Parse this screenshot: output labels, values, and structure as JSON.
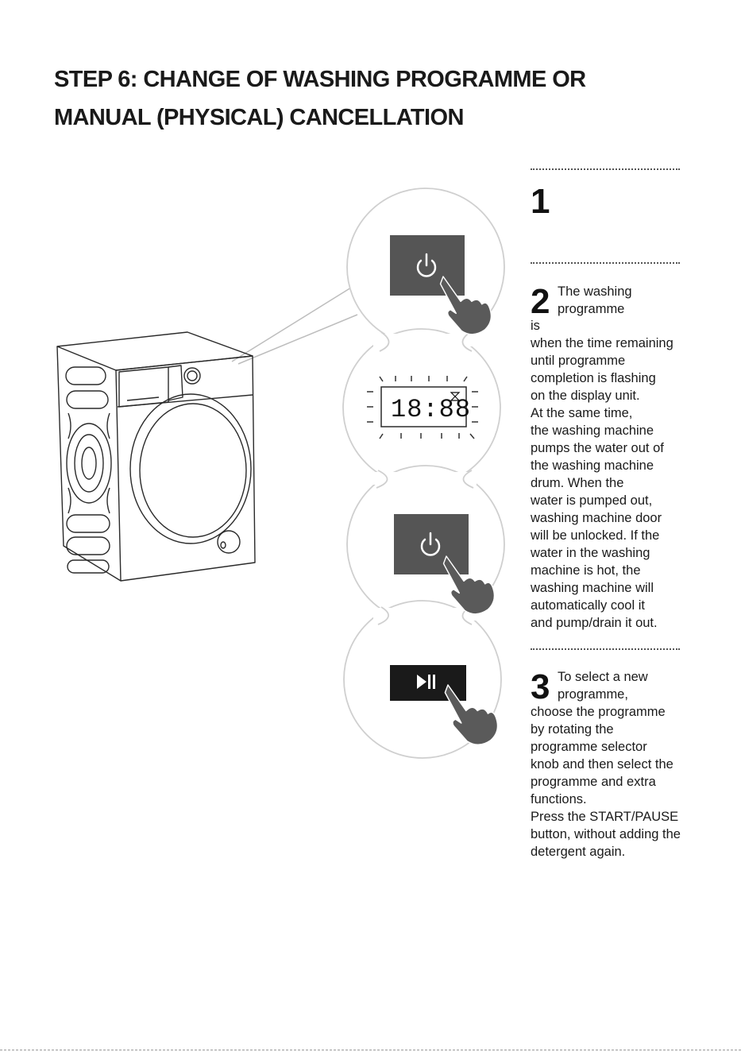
{
  "title": {
    "line1": "STEP 6: CHANGE OF WASHING PROGRAMME OR",
    "line2": "MANUAL (PHYSICAL) CANCELLATION"
  },
  "display": {
    "digits": "18:88"
  },
  "steps": [
    {
      "number": "1",
      "lines": []
    },
    {
      "number": "2",
      "lead_lines": [
        "The washing",
        "programme"
      ],
      "lines": [
        "is",
        "when the time remaining",
        "until programme",
        "completion is flashing",
        "on the display unit.",
        "At the same time,",
        "the washing machine",
        "pumps the water out of",
        "the washing machine",
        "drum. When the",
        "water is pumped out,",
        "washing machine door",
        "will be unlocked. If the",
        "water in the washing",
        "machine is hot, the",
        "washing machine will",
        "automatically cool it",
        "and pump/drain it out."
      ]
    },
    {
      "number": "3",
      "lead_lines": [
        "To select a new",
        "programme,"
      ],
      "lines": [
        "choose the programme",
        "by rotating the",
        "programme selector",
        "knob and then select the",
        "programme and extra",
        "functions.",
        "Press the START/PAUSE",
        "button, without adding the",
        "detergent again."
      ]
    }
  ],
  "colors": {
    "button_bg": "#555555",
    "play_button_bg": "#1a1a1a",
    "hand": "#5a5a5a",
    "circle_stroke": "#cfcfcf",
    "line_art": "#2a2a2a"
  },
  "icons": [
    "power-icon",
    "play-pause-icon",
    "hand-pointer-icon",
    "hourglass-icon"
  ]
}
